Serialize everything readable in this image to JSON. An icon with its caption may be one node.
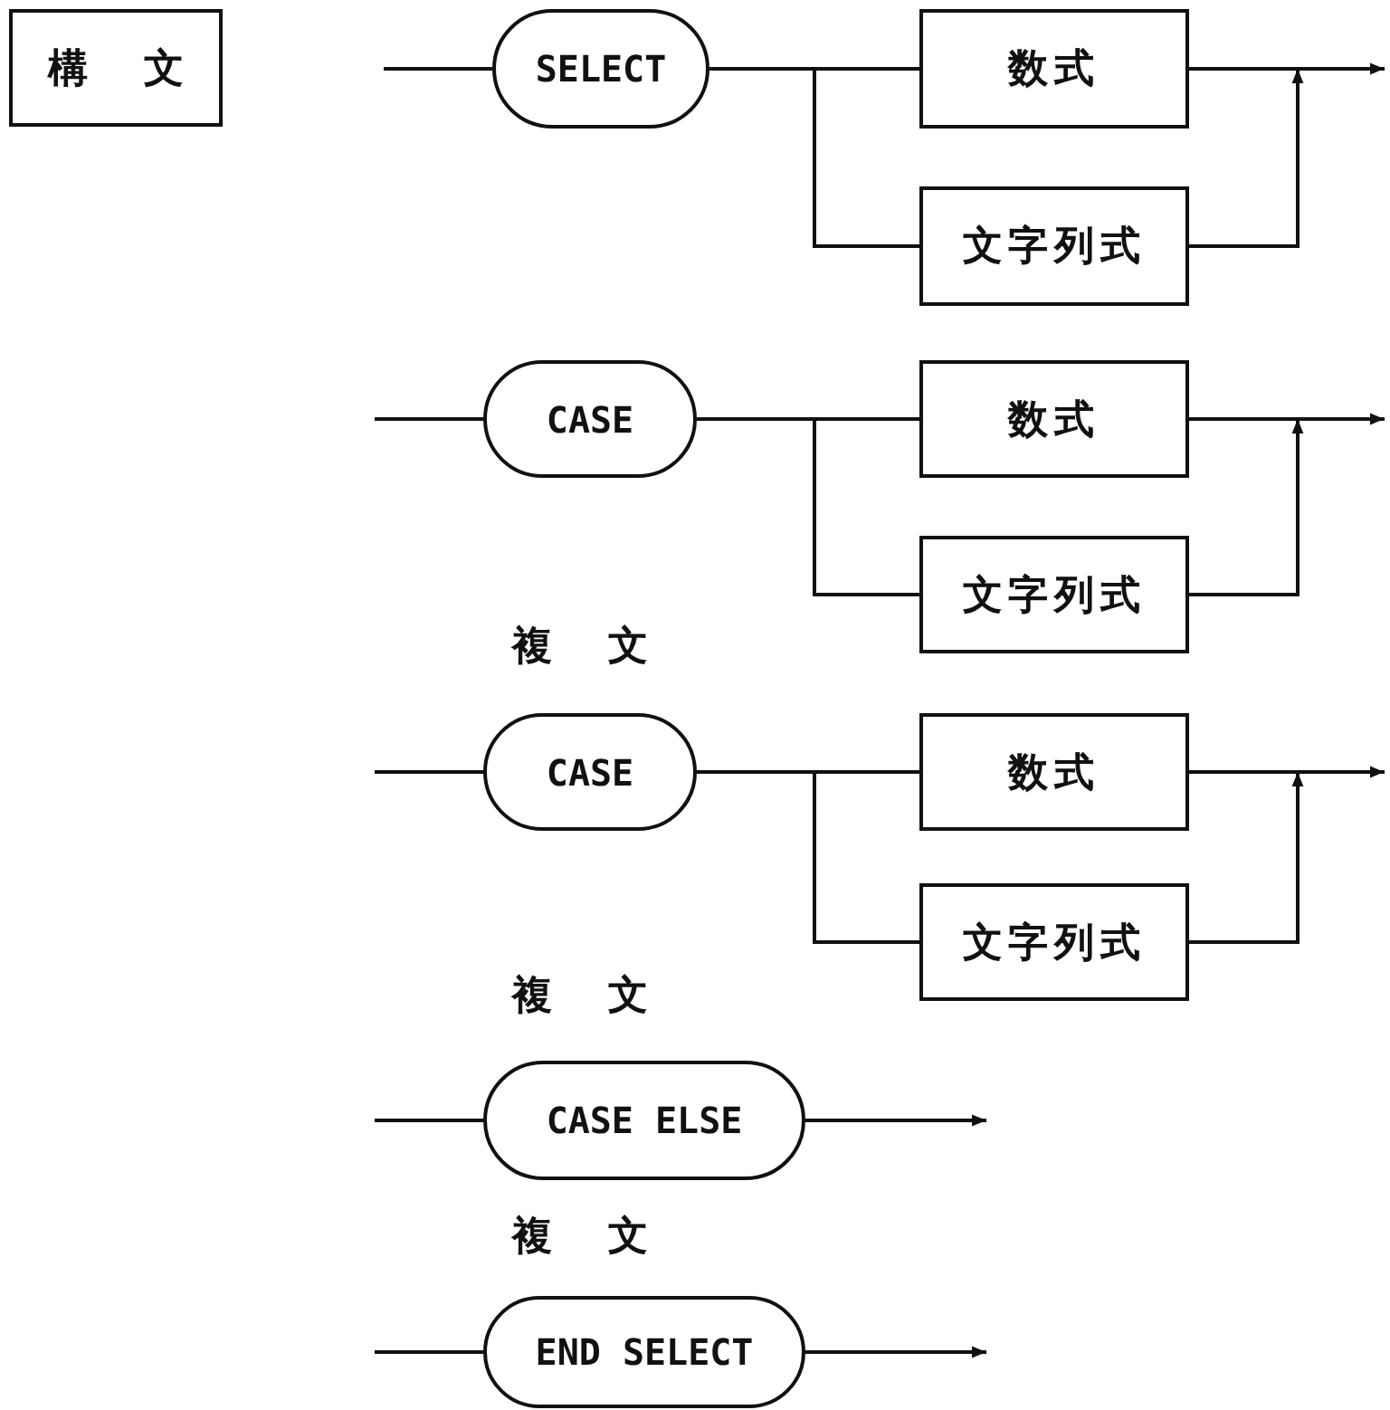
{
  "diagram": {
    "nodes": [
      {
        "text": [
          "構文"
        ]
      },
      {
        "text": [
          "SELECT"
        ]
      },
      {
        "text": [
          "数式"
        ]
      },
      {
        "text": [
          "文字列式"
        ]
      },
      {
        "text": [
          "CASE"
        ]
      },
      {
        "text": [
          "数式"
        ]
      },
      {
        "text": [
          "文字列式"
        ]
      },
      {
        "text": [
          "CASE"
        ]
      },
      {
        "text": [
          "数式"
        ]
      },
      {
        "text": [
          "文字列式"
        ]
      },
      {
        "text": [
          "CASE ELSE"
        ]
      },
      {
        "text": [
          "END SELECT"
        ]
      }
    ],
    "edges": [
      {
        "from": null,
        "to": 1,
        "arrow": "none"
      },
      {
        "from": 1,
        "to": 2,
        "arrow": "none"
      },
      {
        "from": 1,
        "to": 3,
        "arrow": "none"
      },
      {
        "from": 2,
        "to": null,
        "arrow": "to"
      },
      {
        "from": 3,
        "to": null,
        "arrow": "to"
      },
      {
        "from": null,
        "to": 4,
        "arrow": "none"
      },
      {
        "from": 4,
        "to": 5,
        "arrow": "none"
      },
      {
        "from": 4,
        "to": 6,
        "arrow": "none"
      },
      {
        "from": 5,
        "to": null,
        "arrow": "to"
      },
      {
        "from": 6,
        "to": null,
        "arrow": "to"
      },
      {
        "from": null,
        "to": 7,
        "arrow": "none"
      },
      {
        "from": 7,
        "to": 8,
        "arrow": "none"
      },
      {
        "from": 7,
        "to": 9,
        "arrow": "none"
      },
      {
        "from": 8,
        "to": null,
        "arrow": "to"
      },
      {
        "from": 9,
        "to": null,
        "arrow": "to"
      },
      {
        "from": null,
        "to": 10,
        "arrow": "none"
      },
      {
        "from": 10,
        "to": null,
        "arrow": "to"
      },
      {
        "from": null,
        "to": 11,
        "arrow": "none"
      },
      {
        "from": 11,
        "to": null,
        "arrow": "to"
      }
    ],
    "labels": [
      "複文",
      "複文",
      "複文"
    ]
  }
}
